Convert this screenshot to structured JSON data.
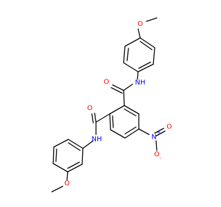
{
  "molecule": {
    "colors": {
      "bond": "#000000",
      "carbon_label": "#000000",
      "oxygen": "#ff0000",
      "nitrogen": "#0000ff"
    },
    "labels": {
      "methoxy_top_o": "O",
      "amide_top_o": "O",
      "amide_top_nh": "NH",
      "amide_bottom_o": "O",
      "amide_bottom_nh": "NH",
      "nitro_n": "N",
      "nitro_n_charge": "+",
      "nitro_o_single": "O",
      "nitro_o_single_charge": "-",
      "nitro_o_double": "O",
      "methoxy_bottom_o": "O"
    }
  }
}
